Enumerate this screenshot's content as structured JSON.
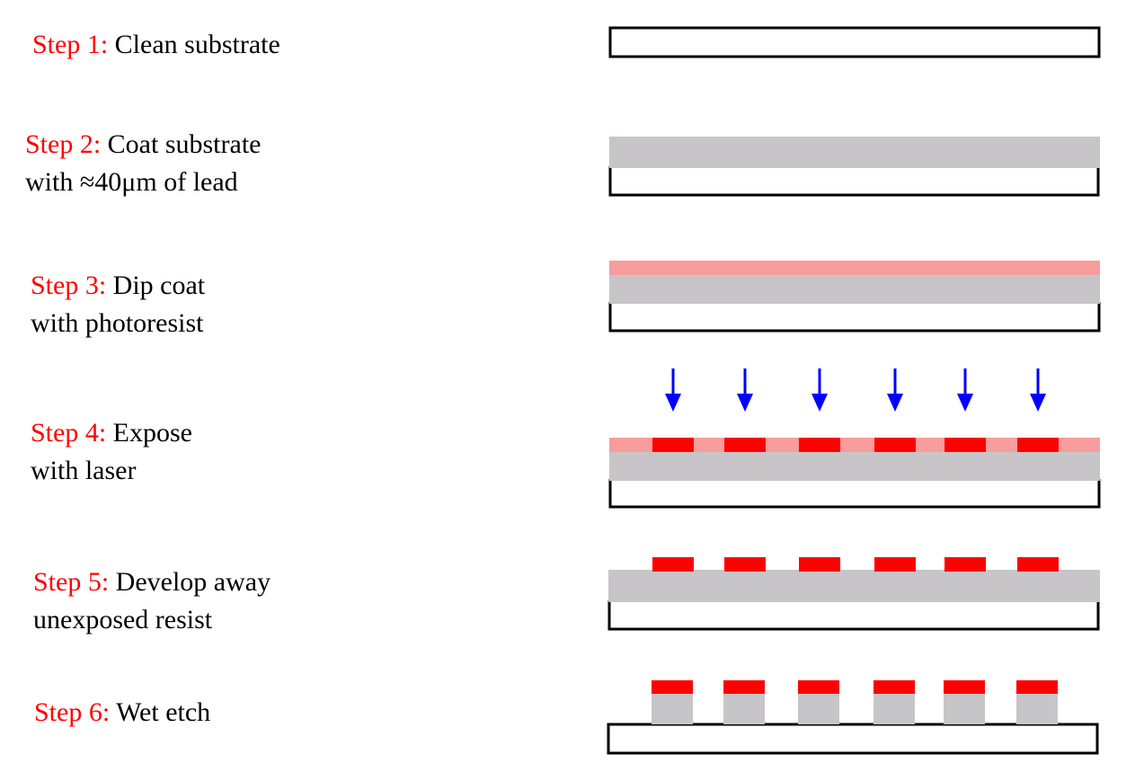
{
  "steps": [
    {
      "number": "Step 1:",
      "lines": [
        "Clean substrate"
      ]
    },
    {
      "number": "Step 2:",
      "lines": [
        "Coat substrate",
        "with ≈40μm of lead"
      ]
    },
    {
      "number": "Step 3:",
      "lines": [
        "Dip coat",
        "with photoresist"
      ]
    },
    {
      "number": "Step 4:",
      "lines": [
        "Expose",
        "with laser"
      ]
    },
    {
      "number": "Step 5:",
      "lines": [
        "Develop away",
        "unexposed resist"
      ]
    },
    {
      "number": "Step 6:",
      "lines": [
        "Wet etch"
      ]
    }
  ],
  "colors": {
    "step_label": "#ff0000",
    "substrate_outline": "#000000",
    "lead": "#c8c5c8",
    "photoresist": "#f99c9c",
    "exposed_resist": "#ff0000",
    "laser_arrow": "#0000ff"
  },
  "exposed_regions": 6
}
